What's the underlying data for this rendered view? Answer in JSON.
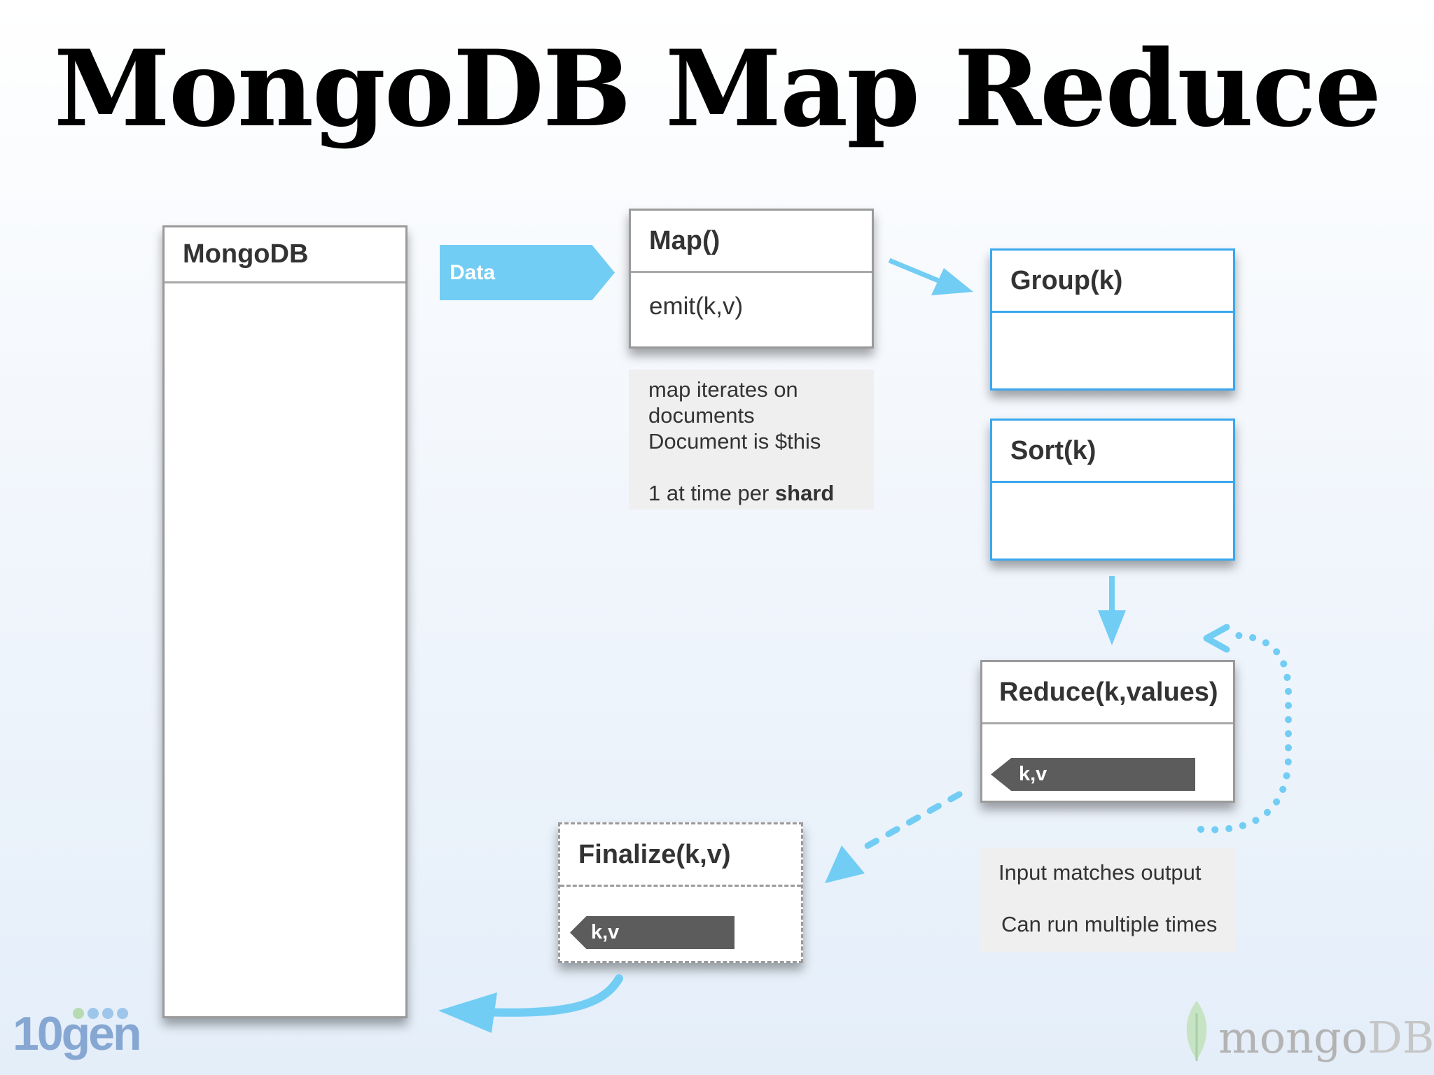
{
  "title": "MongoDB Map Reduce",
  "colors": {
    "accent": "#72cdf4",
    "box_blue": "#3aa7ef",
    "kv_fill": "#5c5c5c"
  },
  "mongodb_box": {
    "label": "MongoDB"
  },
  "data_tag": {
    "label": "Data"
  },
  "map_box": {
    "label": "Map()",
    "body": "emit(k,v)"
  },
  "map_note": {
    "line1": "map iterates on",
    "line2": "documents",
    "line3": "Document is $this",
    "line4_prefix": "1 at time per ",
    "line4_bold": "shard"
  },
  "group_box": {
    "label": "Group(k)"
  },
  "sort_box": {
    "label": "Sort(k)"
  },
  "reduce_box": {
    "label": "Reduce(k,values)",
    "kv": "k,v"
  },
  "reduce_note": {
    "line1": "Input matches output",
    "line2": "Can run multiple times"
  },
  "finalize_box": {
    "label": "Finalize(k,v)",
    "kv": "k,v"
  },
  "logos": {
    "left": "10gen",
    "right_a": "mongo",
    "right_b": "DB"
  }
}
